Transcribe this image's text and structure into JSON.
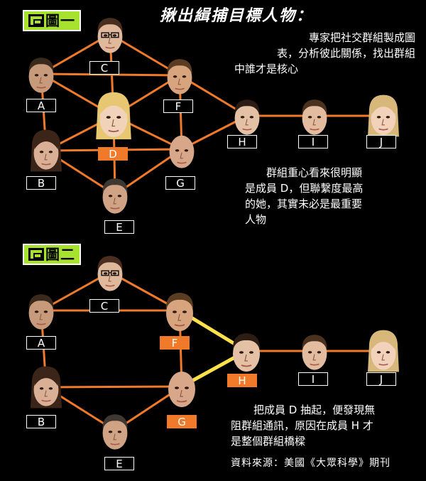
{
  "title": "揪出緝捕目標人物：",
  "source": "資料來源：美國《大眾科學》期刊",
  "colors": {
    "edge": "#f07a2a",
    "bridge": "#ffe14a",
    "badge": "#a6e22e",
    "label_highlight": "#f07a2a"
  },
  "diagram1": {
    "badge": "圖一",
    "caption_top": [
      "專家把社交群組製成圖",
      "表，分析彼此關係，找出群組",
      "中誰才是核心"
    ],
    "caption_mid": [
      "群組重心看來很明顯",
      "是成員 D，但聯繫度最高",
      "的她，其實未必是最重要",
      "人物"
    ],
    "nodes": [
      {
        "id": "A",
        "label": "A",
        "hair": "#3a2a1e",
        "skin": "#c89a7c",
        "bald": false,
        "highlight": false,
        "big": false
      },
      {
        "id": "B",
        "label": "B",
        "hair": "#3b2418",
        "skin": "#d9b096",
        "bald": false,
        "highlight": false,
        "big": false
      },
      {
        "id": "C",
        "label": "C",
        "hair": "#4a2e20",
        "skin": "#e0b89c",
        "bald": false,
        "highlight": false,
        "big": false
      },
      {
        "id": "D",
        "label": "D",
        "hair": "#e8c773",
        "skin": "#f0d3b8",
        "bald": false,
        "highlight": true,
        "big": true
      },
      {
        "id": "E",
        "label": "E",
        "hair": "#3e3732",
        "skin": "#d0a384",
        "bald": false,
        "highlight": false,
        "big": false
      },
      {
        "id": "F",
        "label": "F",
        "hair": "#5a3c22",
        "skin": "#d8a47e",
        "bald": false,
        "highlight": false,
        "big": false
      },
      {
        "id": "G",
        "label": "G",
        "hair": "#c79a7d",
        "skin": "#d8a78a",
        "bald": true,
        "highlight": false,
        "big": false
      },
      {
        "id": "H",
        "label": "H",
        "hair": "#2b1c14",
        "skin": "#e4c0a4",
        "bald": false,
        "highlight": false,
        "big": false
      },
      {
        "id": "I",
        "label": "I",
        "hair": "#4a321f",
        "skin": "#e3bca0",
        "bald": false,
        "highlight": false,
        "big": false
      },
      {
        "id": "J",
        "label": "J",
        "hair": "#d8b77a",
        "skin": "#f2d2ba",
        "bald": false,
        "highlight": false,
        "big": false
      }
    ],
    "edges": [
      [
        "A",
        "C"
      ],
      [
        "A",
        "D"
      ],
      [
        "A",
        "F"
      ],
      [
        "A",
        "B"
      ],
      [
        "B",
        "D"
      ],
      [
        "B",
        "E"
      ],
      [
        "B",
        "G"
      ],
      [
        "C",
        "D"
      ],
      [
        "C",
        "F"
      ],
      [
        "D",
        "E"
      ],
      [
        "D",
        "F"
      ],
      [
        "D",
        "G"
      ],
      [
        "E",
        "G"
      ],
      [
        "F",
        "G"
      ],
      [
        "F",
        "H"
      ],
      [
        "G",
        "H"
      ],
      [
        "H",
        "I"
      ],
      [
        "I",
        "J"
      ]
    ]
  },
  "diagram2": {
    "badge": "圖二",
    "caption_bottom": [
      "把成員 D 抽起，便發現無",
      "阻群組通訊，原因在成員 H 才",
      "是整個群組橋樑"
    ],
    "nodes": [
      {
        "id": "A",
        "label": "A",
        "hair": "#3a2a1e",
        "skin": "#c89a7c",
        "bald": false,
        "highlight": false,
        "big": false
      },
      {
        "id": "B",
        "label": "B",
        "hair": "#3b2418",
        "skin": "#d9b096",
        "bald": false,
        "highlight": false,
        "big": false
      },
      {
        "id": "C",
        "label": "C",
        "hair": "#4a2e20",
        "skin": "#e0b89c",
        "bald": false,
        "highlight": false,
        "big": false
      },
      {
        "id": "E",
        "label": "E",
        "hair": "#3e3732",
        "skin": "#d0a384",
        "bald": false,
        "highlight": false,
        "big": false
      },
      {
        "id": "F",
        "label": "F",
        "hair": "#5a3c22",
        "skin": "#d8a47e",
        "bald": false,
        "highlight": true,
        "big": true
      },
      {
        "id": "G",
        "label": "G",
        "hair": "#c79a7d",
        "skin": "#d8a78a",
        "bald": true,
        "highlight": true,
        "big": true
      },
      {
        "id": "H",
        "label": "H",
        "hair": "#2b1c14",
        "skin": "#e4c0a4",
        "bald": false,
        "highlight": true,
        "big": true
      },
      {
        "id": "I",
        "label": "I",
        "hair": "#4a321f",
        "skin": "#e3bca0",
        "bald": false,
        "highlight": false,
        "big": false
      },
      {
        "id": "J",
        "label": "J",
        "hair": "#d8b77a",
        "skin": "#f2d2ba",
        "bald": false,
        "highlight": false,
        "big": false
      }
    ],
    "edges": [
      [
        "A",
        "C"
      ],
      [
        "A",
        "F"
      ],
      [
        "A",
        "B"
      ],
      [
        "C",
        "F"
      ],
      [
        "B",
        "G"
      ],
      [
        "B",
        "E"
      ],
      [
        "E",
        "G"
      ],
      [
        "F",
        "G"
      ],
      [
        "H",
        "I"
      ],
      [
        "I",
        "J"
      ]
    ],
    "bridge_edges": [
      [
        "F",
        "H"
      ],
      [
        "G",
        "H"
      ]
    ]
  }
}
